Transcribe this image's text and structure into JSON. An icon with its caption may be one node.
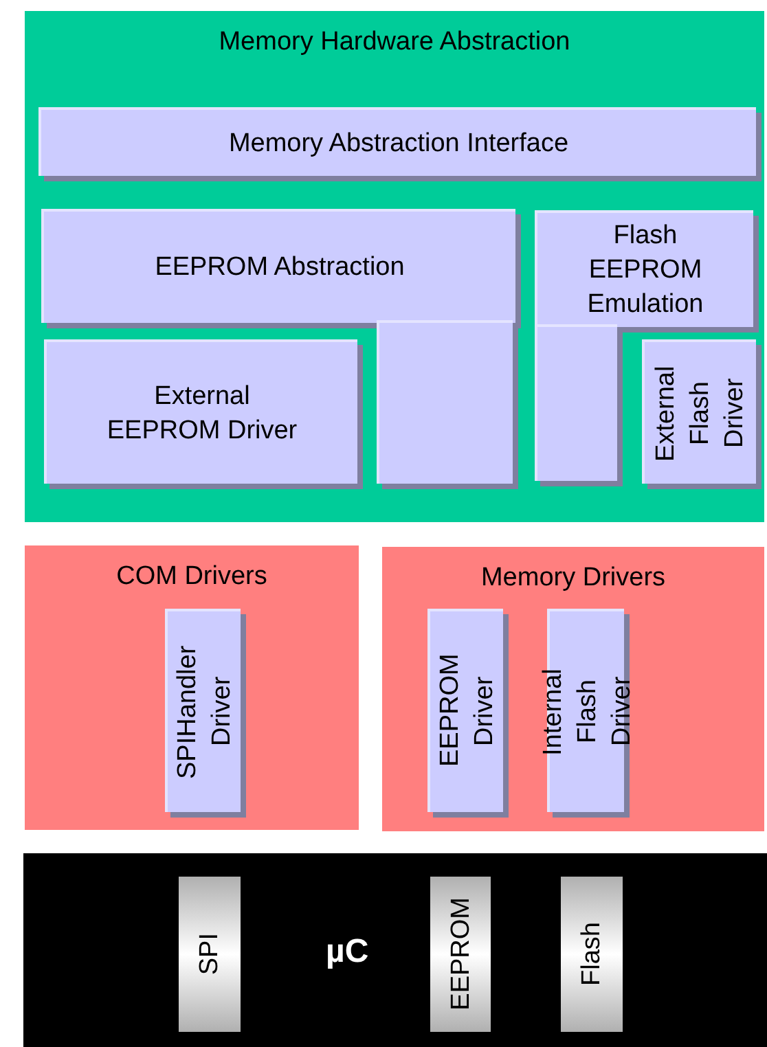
{
  "diagram": {
    "nodes": [
      {
        "text": [
          "Memory Hardware Abstraction"
        ]
      },
      {
        "text": [
          "Memory Abstraction Interface"
        ],
        "in": 0
      },
      {
        "text": [
          "EEPROM Abstraction"
        ],
        "in": 0
      },
      {
        "text": [
          "Flash EEPROM Emulation"
        ],
        "in": 0
      },
      {
        "text": [
          "External EEPROM Driver"
        ],
        "in": 0
      },
      {
        "text": [],
        "shape": "box",
        "in": 0
      },
      {
        "text": [],
        "shape": "box",
        "in": 0
      },
      {
        "text": [
          "External Flash Driver"
        ],
        "in": 0
      },
      {
        "text": [
          "COM Drivers"
        ]
      },
      {
        "text": [
          "SPIHandler Driver"
        ],
        "in": 8
      },
      {
        "text": [
          "Memory Drivers"
        ]
      },
      {
        "text": [
          "EEPROM Driver"
        ],
        "in": 10
      },
      {
        "text": [
          "Internal Flash Driver"
        ],
        "in": 10
      },
      {
        "text": [
          "µC"
        ]
      },
      {
        "text": [
          "SPI"
        ],
        "in": 13
      },
      {
        "text": [
          "EEPROM"
        ],
        "in": 13
      },
      {
        "text": [
          "Flash"
        ],
        "in": 13
      }
    ]
  }
}
